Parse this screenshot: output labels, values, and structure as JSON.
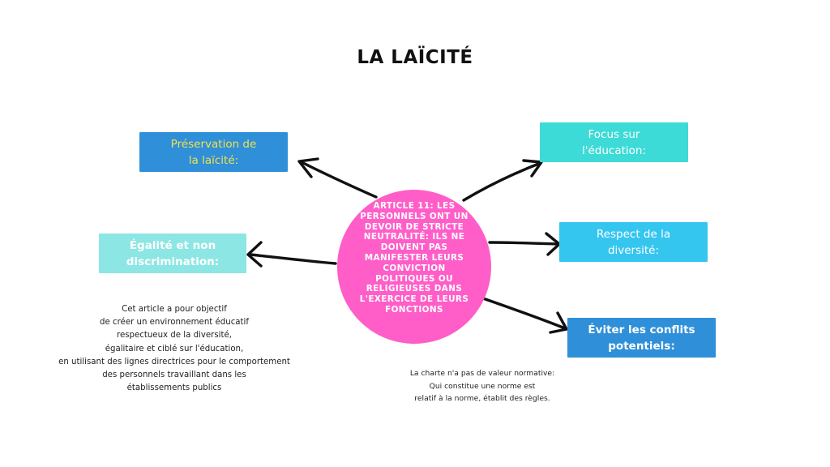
{
  "title": "LA LAÏCITÉ",
  "center": {
    "lines": [
      "ARTICLE 11: LES",
      "PERSONNELS ONT UN",
      "DEVOIR DE STRICTE",
      "NEUTRALITÉ: ILS NE",
      "DOIVENT PAS",
      "MANIFESTER LEURS",
      "CONVICTION",
      "POLITIQUES OU",
      "RELIGIEUSES DANS",
      "L'EXERCICE DE LEURS",
      "FONCTIONS"
    ]
  },
  "boxes": {
    "preservation": {
      "line1": "Préservation de",
      "line2": "la laïcité:"
    },
    "focus": {
      "line1": "Focus sur",
      "line2": "l'éducation:"
    },
    "egalite": {
      "line1": "Égalité et non",
      "line2": "discrimination:"
    },
    "respect": {
      "line1": "Respect de la",
      "line2": "diversité:"
    },
    "eviter": {
      "line1": "Éviter les conflits",
      "line2": "potentiels:"
    }
  },
  "notes": {
    "left": [
      "Cet article a pour objectif",
      "de créer un environnement éducatif",
      "respectueux de la diversité,",
      "égalitaire et ciblé sur l'éducation,",
      "en utilisant des lignes directrices pour le comportement",
      "des personnels travaillant dans les",
      "établissements publics"
    ],
    "bottom": [
      "La charte n'a pas de valeur normative:",
      "Qui constitue une norme est",
      "relatif à la norme, établit des règles."
    ]
  },
  "colors": {
    "circle": "#ff5ec9",
    "preservation_bg": "#2f8fd8",
    "preservation_text": "#f3e24a",
    "focus_bg": "#3ddbd7",
    "egalite_bg": "#8ce6e4",
    "respect_bg": "#35c6f0",
    "eviter_bg": "#2f8fd8"
  }
}
